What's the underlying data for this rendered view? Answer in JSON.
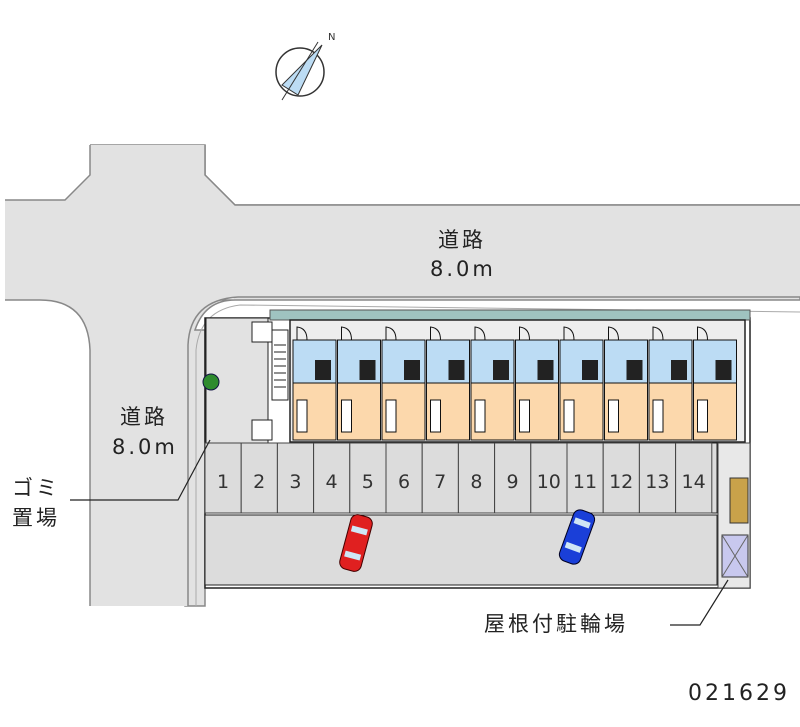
{
  "compass": {
    "north_label": "N"
  },
  "roads": [
    {
      "name": "道路",
      "width": "8.0m"
    },
    {
      "name": "道路",
      "width": "8.0m"
    }
  ],
  "labels": {
    "garbage_line1": "ゴミ",
    "garbage_line2": "置場",
    "bicycle_parking": "屋根付駐輪場",
    "property_id": "021629"
  },
  "parking_spaces": [
    "1",
    "2",
    "3",
    "4",
    "5",
    "6",
    "7",
    "8",
    "9",
    "10",
    "11",
    "12",
    "13",
    "14"
  ],
  "units_count": 10,
  "colors": {
    "road": "#e2e2e2",
    "unit_top": "#bcdcf4",
    "unit_bottom": "#fcd8ac",
    "car_red": "#e02020",
    "car_blue": "#1a3fd8"
  }
}
